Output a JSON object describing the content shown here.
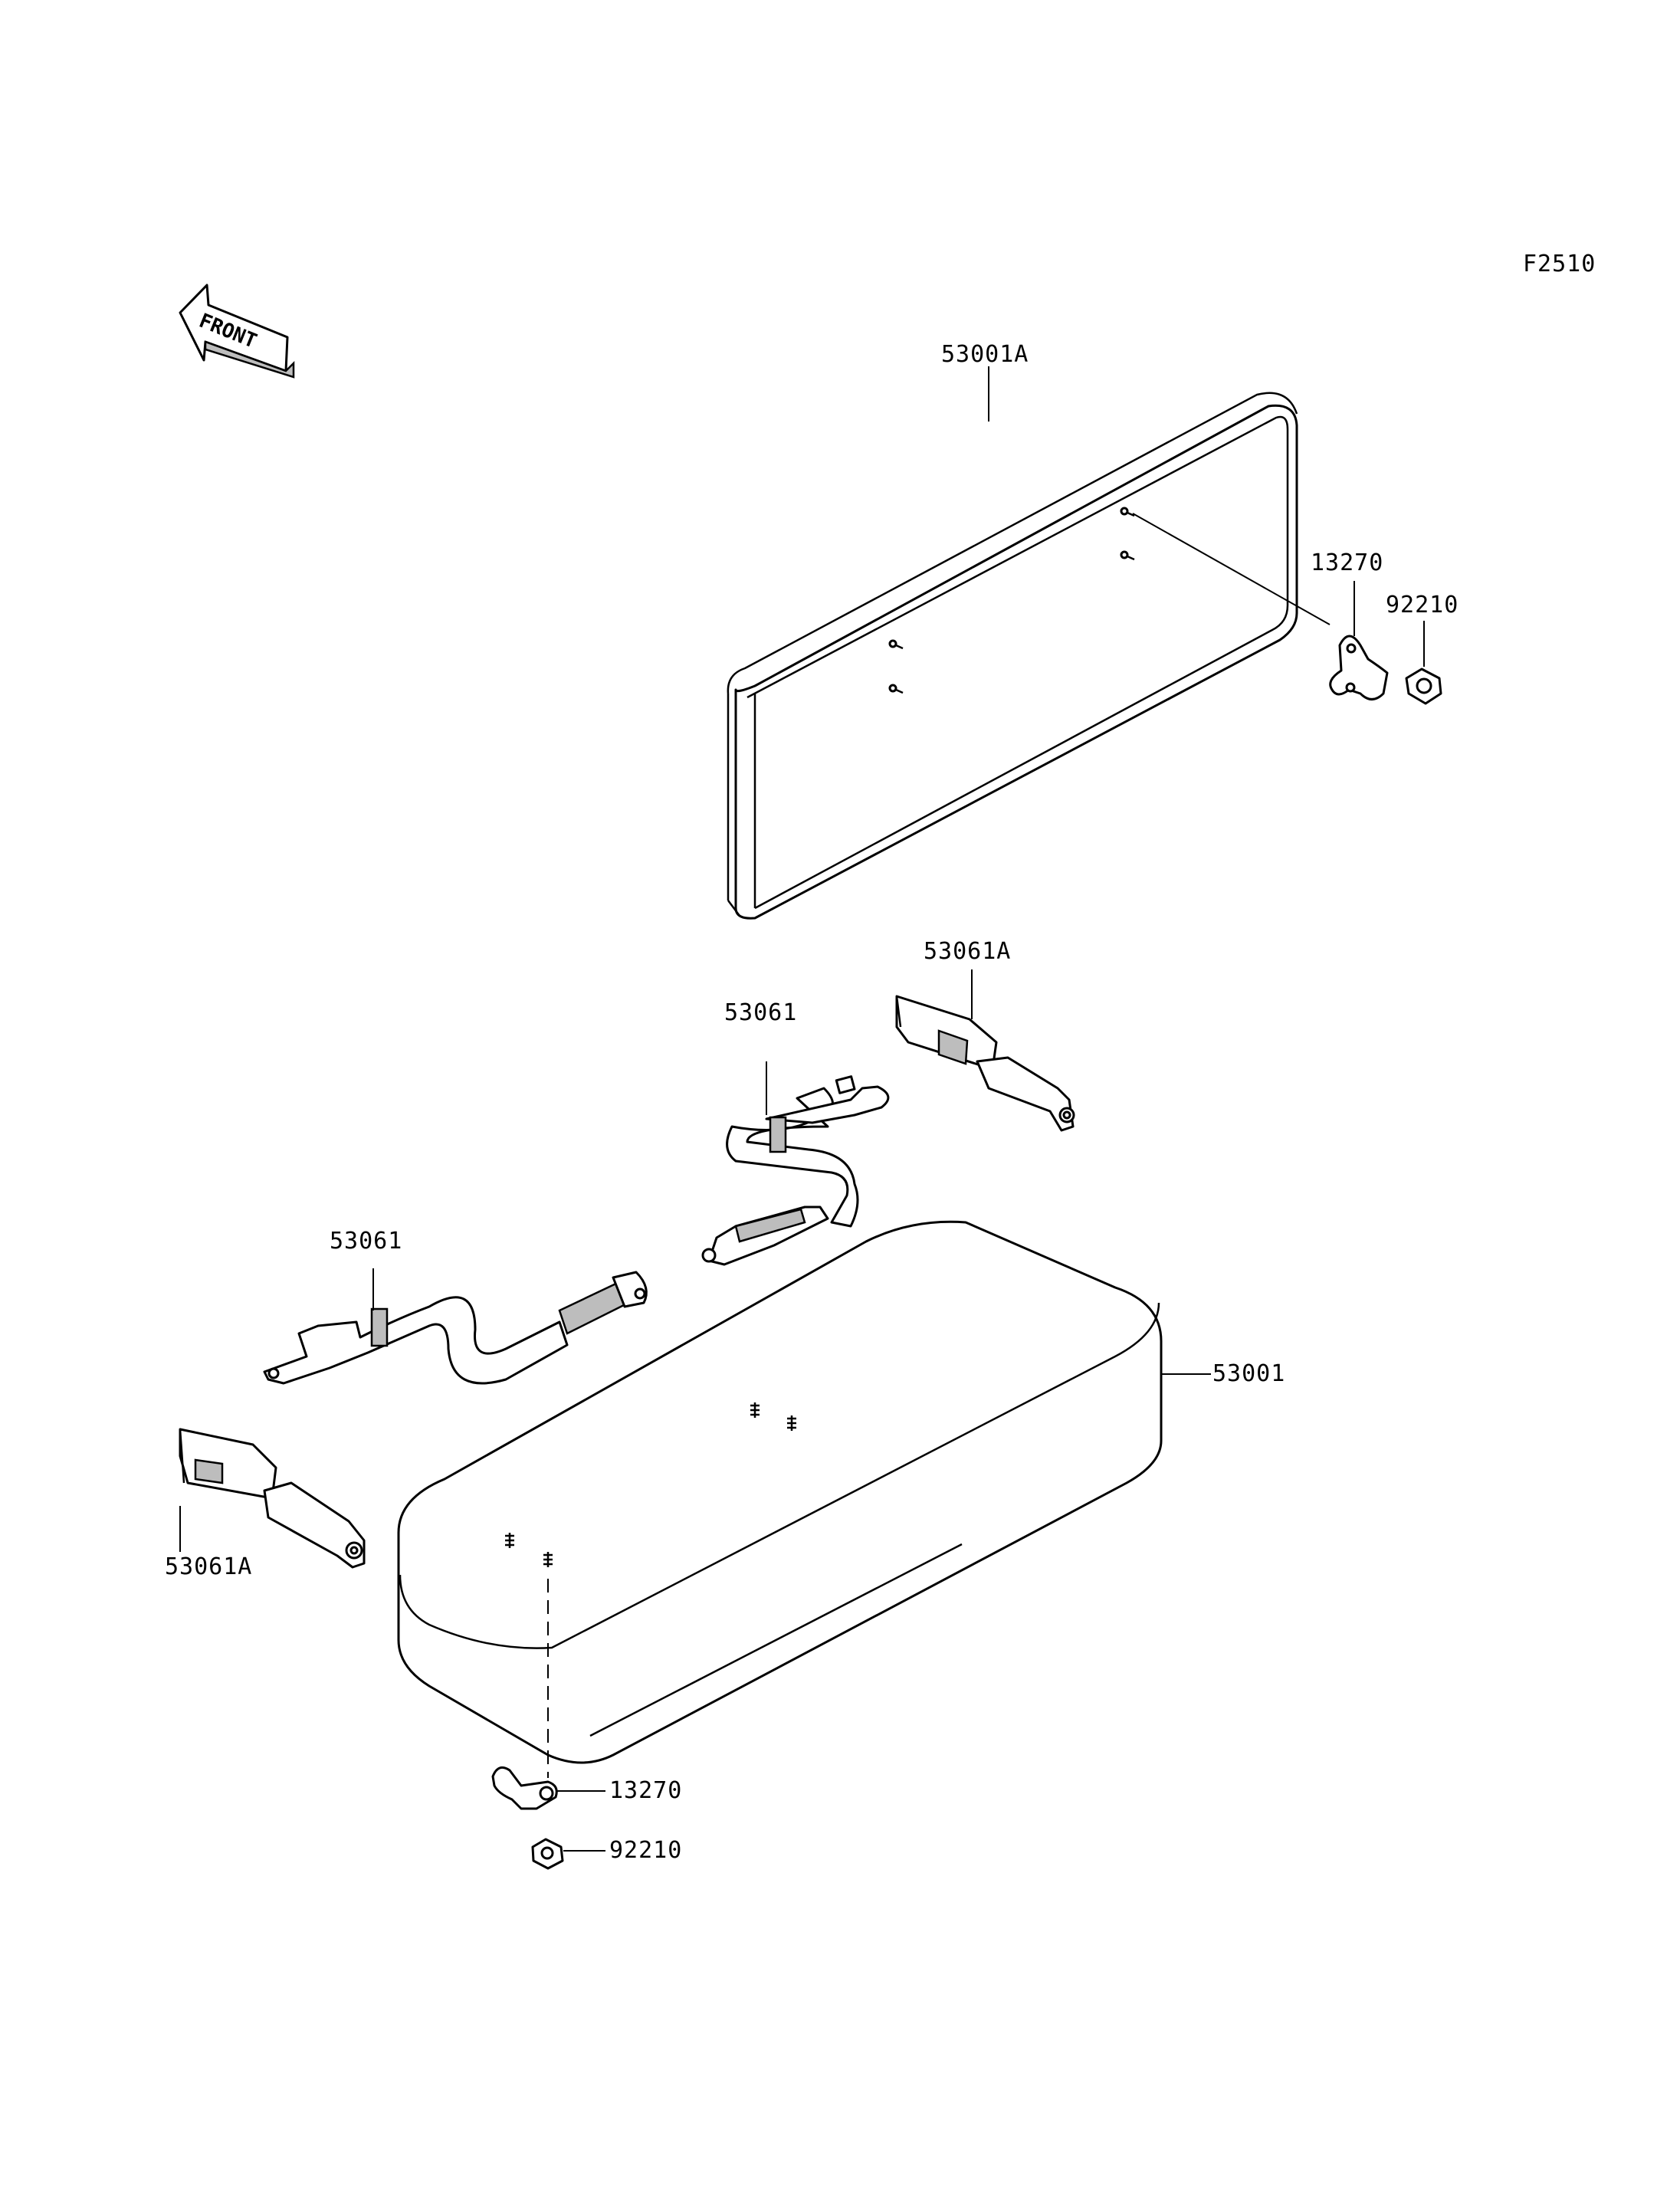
{
  "figure_code": "F2510",
  "front_arrow_text": "FRONT",
  "callouts": {
    "backrest": "53001A",
    "bracket_upper": "13270",
    "nut_upper": "92210",
    "belt_buckle_right": "53061A",
    "belt_strap_upper": "53061",
    "belt_strap_left": "53061",
    "seat_cushion": "53001",
    "belt_buckle_left": "53061A",
    "bracket_lower": "13270",
    "nut_lower": "92210"
  },
  "colors": {
    "line": "#000000",
    "shade": "#bdbdbd",
    "background": "#ffffff"
  }
}
